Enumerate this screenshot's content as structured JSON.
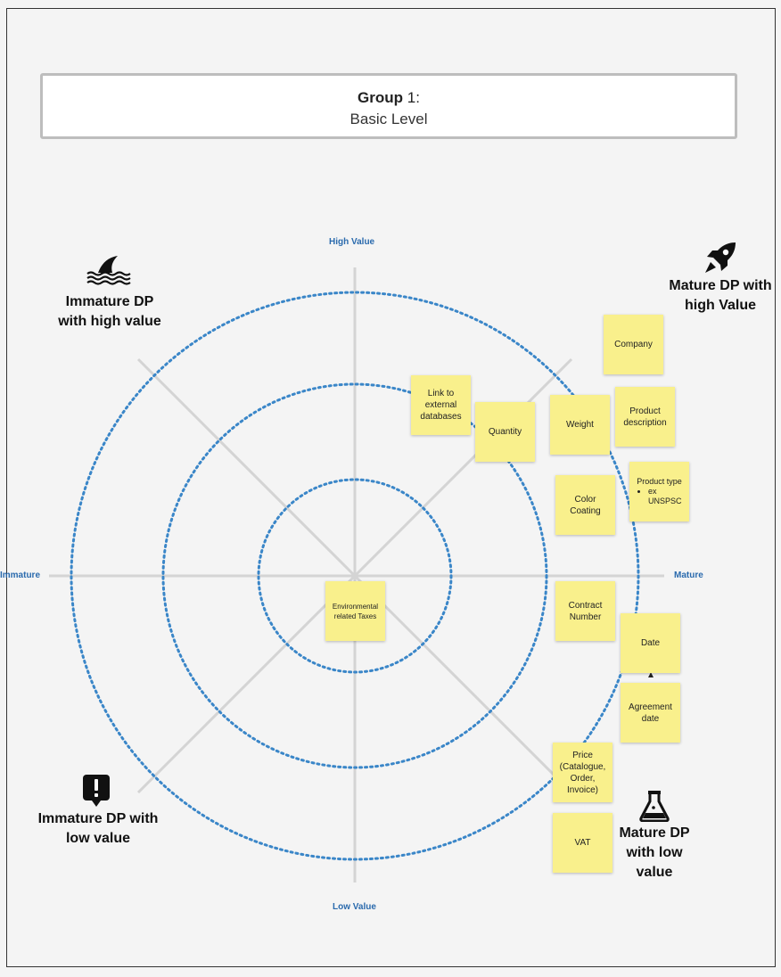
{
  "title": {
    "bold": "Group",
    "rest": " 1:",
    "subtitle": "Basic Level"
  },
  "axes": {
    "top": "High Value",
    "bottom": "Low Value",
    "left": "Immature",
    "right": "Mature"
  },
  "quadrants": {
    "top_left": "Immature DP with high value",
    "top_right": "Mature DP with high Value",
    "bottom_left": "Immature DP with low value",
    "bottom_right": "Mature DP with low value"
  },
  "icons": {
    "top_left": "shark-fin-icon",
    "top_right": "rocket-icon",
    "bottom_left": "exclamation-bubble-icon",
    "bottom_right": "flask-icon"
  },
  "colors": {
    "ring": "#3a86c8",
    "axis_line": "#d4d4d4",
    "note": "#f9f08c",
    "axis_label": "#2a6aad"
  },
  "notes": {
    "link": "Link to external databases",
    "quantity": "Quantity",
    "company": "Company",
    "weight": "Weight",
    "product_description": "Product description",
    "product_type": "Product type",
    "product_type_bullet": "ex UNSPSC",
    "color_coating": "Color Coating",
    "environmental": "Environmental related Taxes",
    "contract_number": "Contract Number",
    "date": "Date",
    "agreement_date": "Agreement date",
    "price": "Price (Catalogue, Order, Invoice)",
    "vat": "VAT"
  }
}
